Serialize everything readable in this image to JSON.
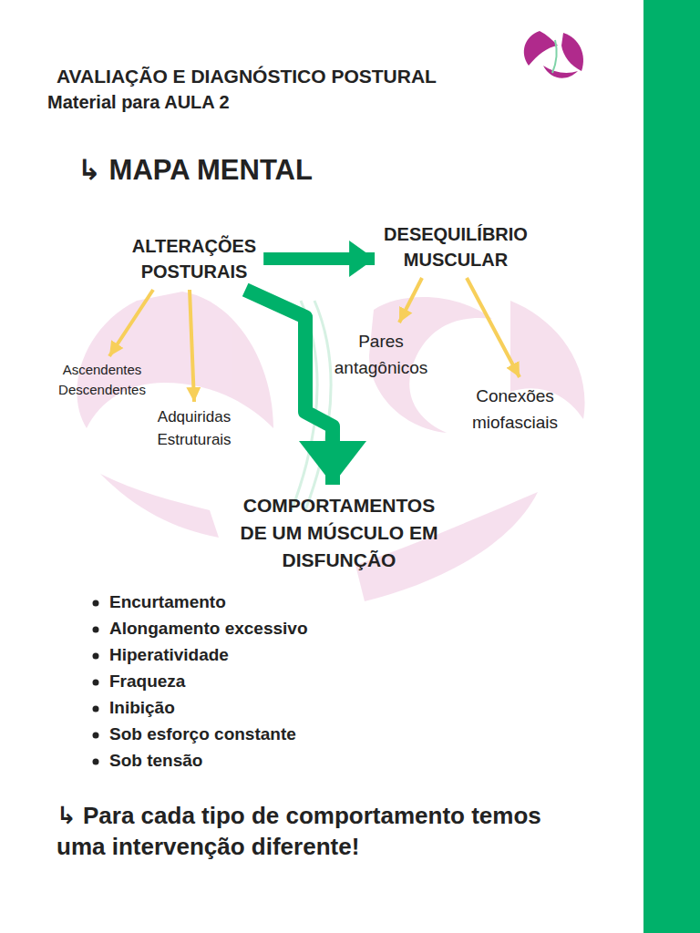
{
  "diagram": {
    "title": "AVALIAÇÃO E DIAGNÓSTICO POSTURAL",
    "nodes": [
      {
        "text": [
          "ALTERAÇÕES POSTURAIS"
        ]
      },
      {
        "text": [
          "DESEQUILÍBRIO MUSCULAR"
        ]
      },
      {
        "text": [
          "Ascendentes Descendentes"
        ]
      },
      {
        "text": [
          "Adquiridas Estruturais"
        ]
      },
      {
        "text": [
          "Pares antagônicos"
        ]
      },
      {
        "text": [
          "Conexões miofasciais"
        ]
      },
      {
        "text": [
          "COMPORTAMENTOS DE UM MÚSCULO EM DISFUNÇÃO"
        ]
      }
    ],
    "edges": [
      {
        "from": 0,
        "to": 1,
        "arrow": "to"
      },
      {
        "from": 0,
        "to": 2,
        "arrow": "to"
      },
      {
        "from": 0,
        "to": 3,
        "arrow": "to"
      },
      {
        "from": 1,
        "to": 4,
        "arrow": "to"
      },
      {
        "from": 1,
        "to": 5,
        "arrow": "to"
      },
      {
        "from": 0,
        "to": 6,
        "arrow": "to"
      }
    ],
    "labels": [
      "Material para AULA 2",
      "↳ MAPA MENTAL",
      "Encurtamento",
      "Alongamento excessivo",
      "Hiperatividade",
      "Fraqueza",
      "Inibição",
      "Sob esforço constante",
      "Sob tensão",
      "↳ Para cada tipo de comportamento temos uma intervenção diferente!"
    ]
  }
}
